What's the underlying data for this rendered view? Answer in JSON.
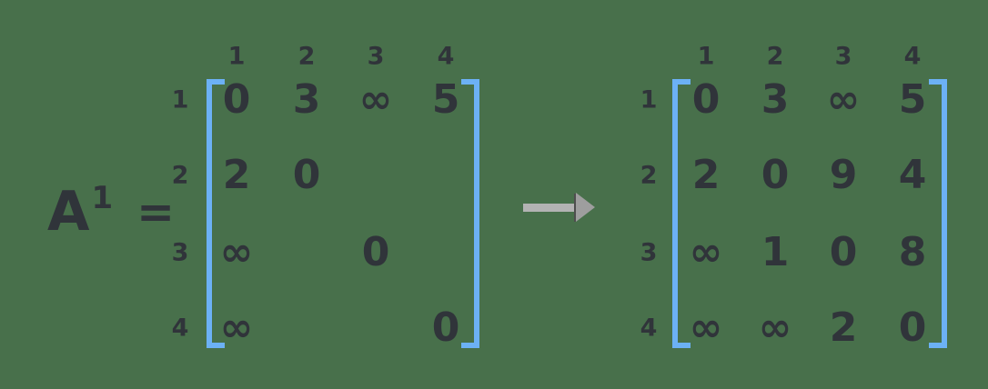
{
  "label": {
    "base": "A",
    "superscript": "1",
    "equals": "="
  },
  "matrices": {
    "left": {
      "col_headers": [
        "1",
        "2",
        "3",
        "4"
      ],
      "row_headers": [
        "1",
        "2",
        "3",
        "4"
      ],
      "cells": [
        [
          "0",
          "3",
          "∞",
          "5"
        ],
        [
          "2",
          "0",
          "",
          ""
        ],
        [
          "∞",
          "",
          "0",
          ""
        ],
        [
          "∞",
          "",
          "",
          "0"
        ]
      ]
    },
    "right": {
      "col_headers": [
        "1",
        "2",
        "3",
        "4"
      ],
      "row_headers": [
        "1",
        "2",
        "3",
        "4"
      ],
      "cells": [
        [
          "0",
          "3",
          "∞",
          "5"
        ],
        [
          "2",
          "0",
          "9",
          "4"
        ],
        [
          "∞",
          "1",
          "0",
          "8"
        ],
        [
          "∞",
          "∞",
          "2",
          "0"
        ]
      ]
    }
  },
  "icons": {
    "transition_arrow": "right-arrow-icon"
  },
  "colors": {
    "background": "#48704b",
    "ink": "#30343a",
    "bracket": "#6cb1f5",
    "arrow_shaft": "#b3b3b3",
    "arrow_head": "#9e9e9e",
    "arrow_head_edge": "#4e4e4e"
  }
}
